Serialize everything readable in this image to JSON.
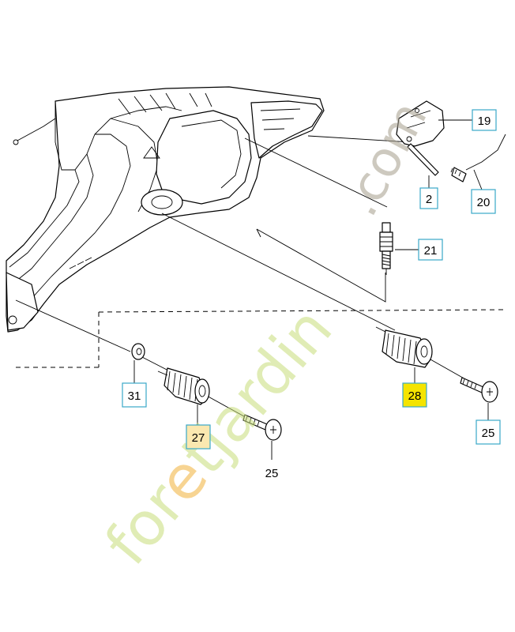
{
  "callouts": {
    "c19": "19",
    "c2": "2",
    "c20": "20",
    "c21": "21",
    "c31": "31",
    "c27": "27",
    "c28": "28",
    "c25_right": "25",
    "c25_left": "25"
  },
  "watermark": {
    "domain": ".com",
    "brand_prefix": "for",
    "brand_letter": "e",
    "brand_suffix": "tjardin"
  },
  "colors": {
    "callout_border": "#3aa8c8",
    "highlight_fill": "#f5e400",
    "watermark_green": "#c7dd7a",
    "watermark_grey": "#a59d8c",
    "watermark_orange": "#f2b23a"
  }
}
